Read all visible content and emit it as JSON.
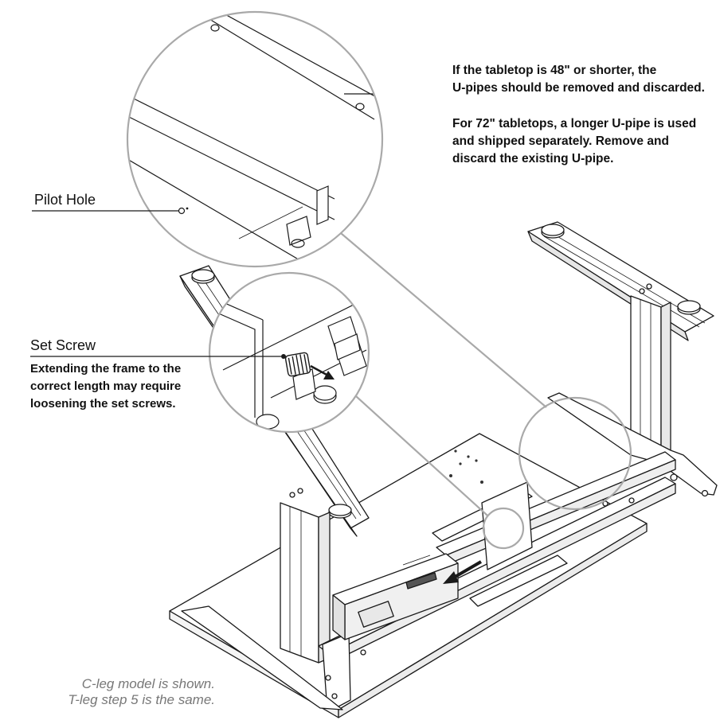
{
  "notes": {
    "short_tabletop": {
      "line1": "If the tabletop is 48\" or shorter, the",
      "line2": "U-pipes should be removed and discarded."
    },
    "long_tabletop": {
      "line1": "For 72\" tabletops, a longer U-pipe is used",
      "line2": "and shipped separately. Remove and",
      "line3": "discard the existing U-pipe."
    },
    "set_screw": {
      "line1": "Extending the frame to the",
      "line2": "correct length may require",
      "line3": "loosening the set screws."
    }
  },
  "labels": {
    "pilot_hole": "Pilot Hole",
    "set_screw": "Set Screw"
  },
  "caption": {
    "line1": "C-leg model is shown.",
    "line2": "T-leg step 5 is the same."
  },
  "colors": {
    "line": "#1a1a1a",
    "callout": "#a9a9a9",
    "caption_text": "#777777"
  }
}
